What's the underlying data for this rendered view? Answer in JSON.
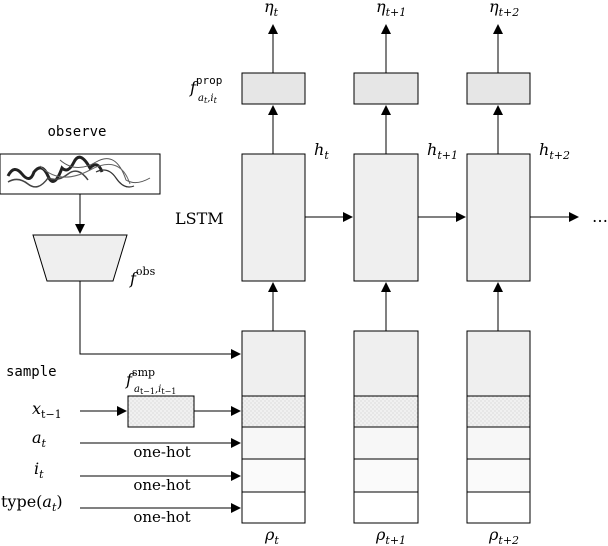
{
  "labels": {
    "observe": "observe",
    "sample": "sample",
    "lstm": "LSTM",
    "f_obs_main": "f",
    "f_obs_sup": "obs",
    "f_smp_main": "f",
    "f_smp_sup": "smp",
    "f_smp_sub": "a",
    "f_smp_sub2": "t−1",
    "f_smp_sub3": ",i",
    "f_smp_sub4": "t−1",
    "f_prop_main": "f",
    "f_prop_sup": "prop",
    "f_prop_sub": "a",
    "f_prop_sub2": "t",
    "f_prop_sub3": ",i",
    "f_prop_sub4": "t",
    "x_main": "x",
    "x_sub": "t−1",
    "a_main": "a",
    "a_sub": "t",
    "i_main": "i",
    "i_sub": "t",
    "type_label": "type(",
    "type_a": "a",
    "type_sub": "t",
    "type_close": ")",
    "one_hot": "one-hot",
    "ellipsis": "…"
  },
  "time_steps": [
    {
      "eta": "η",
      "eta_sub": "t",
      "h": "h",
      "h_sub": "t",
      "rho": "ρ",
      "rho_sub": "t"
    },
    {
      "eta": "η",
      "eta_sub": "t+1",
      "h": "h",
      "h_sub": "t+1",
      "rho": "ρ",
      "rho_sub": "t+1"
    },
    {
      "eta": "η",
      "eta_sub": "t+2",
      "h": "h",
      "h_sub": "t+2",
      "rho": "ρ",
      "rho_sub": "t+2"
    }
  ],
  "colors": {
    "stroke": "#000000",
    "box_fill": "#efefef",
    "prop_fill": "#e6e6e6",
    "light_fill": "#f7f7f7"
  }
}
